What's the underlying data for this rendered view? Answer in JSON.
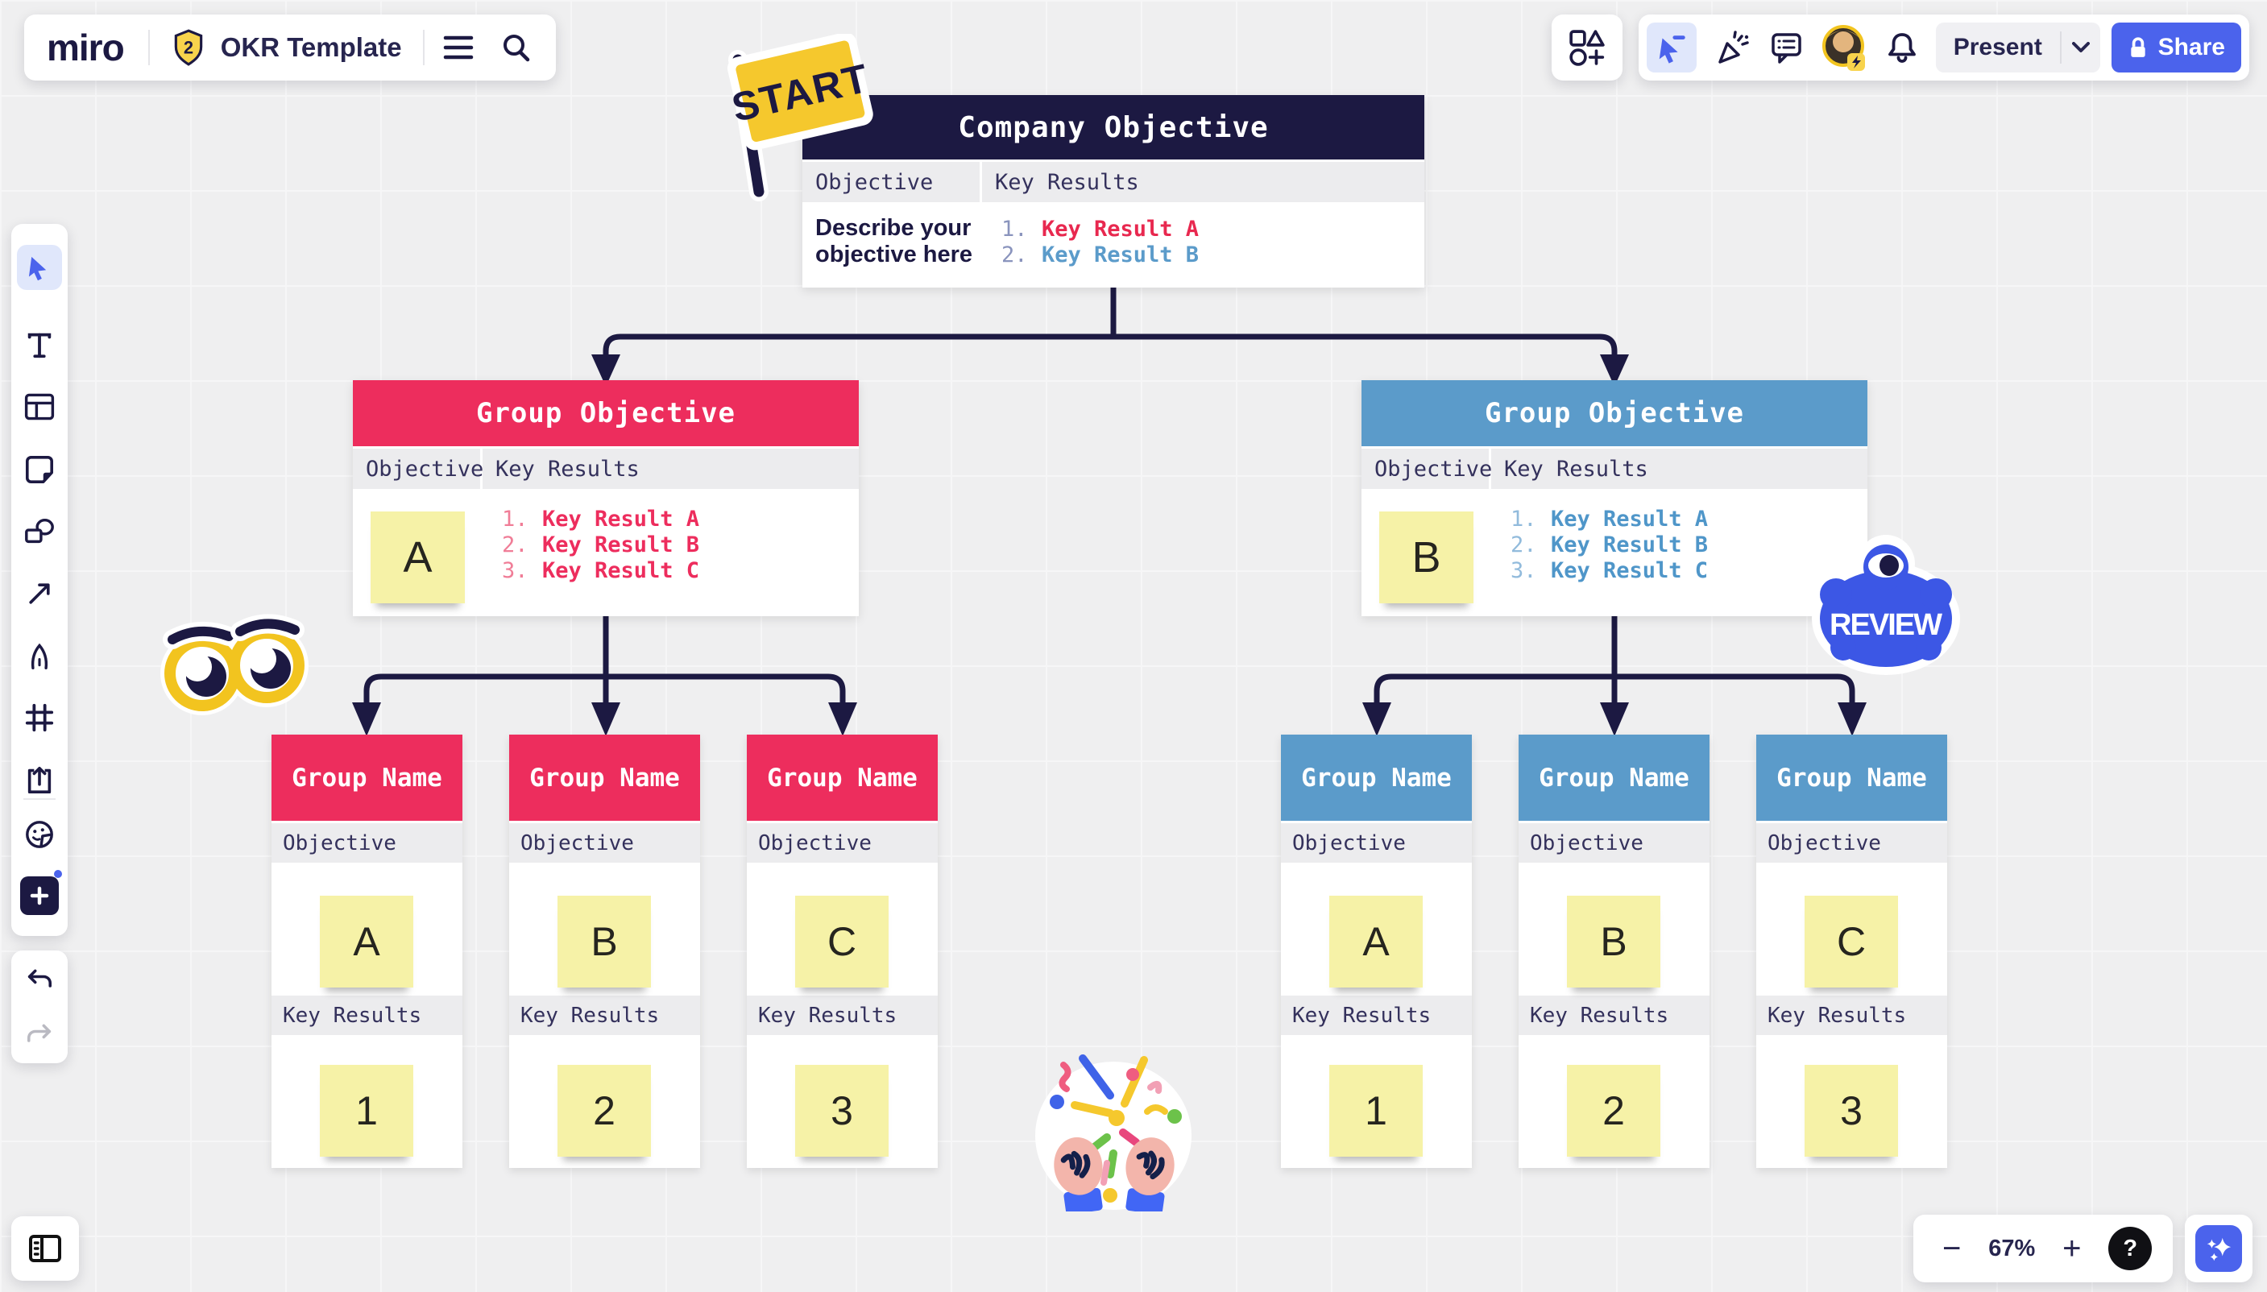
{
  "app": {
    "logo": "miro",
    "badge_count": "2",
    "board_title": "OKR Template"
  },
  "topbar": {
    "present_label": "Present",
    "share_label": "Share"
  },
  "zoom_controls": {
    "minus": "−",
    "level": "67%",
    "plus": "+",
    "help": "?"
  },
  "company": {
    "title": "Company Objective",
    "col_objective": "Objective",
    "col_key_results": "Key Results",
    "objective_text": "Describe your objective here",
    "key_results": [
      {
        "num": "1.",
        "label": "Key Result A"
      },
      {
        "num": "2.",
        "label": "Key Result B"
      }
    ]
  },
  "groups": [
    {
      "title": "Group Objective",
      "col_objective": "Objective",
      "col_key_results": "Key Results",
      "sticky": "A",
      "key_results": [
        {
          "num": "1.",
          "label": "Key Result A"
        },
        {
          "num": "2.",
          "label": "Key Result B"
        },
        {
          "num": "3.",
          "label": "Key Result C"
        }
      ]
    },
    {
      "title": "Group Objective",
      "col_objective": "Objective",
      "col_key_results": "Key Results",
      "sticky": "B",
      "key_results": [
        {
          "num": "1.",
          "label": "Key Result A"
        },
        {
          "num": "2.",
          "label": "Key Result B"
        },
        {
          "num": "3.",
          "label": "Key Result C"
        }
      ]
    }
  ],
  "children": [
    {
      "title": "Group Name",
      "objective_label": "Objective",
      "key_results_label": "Key Results",
      "objective_sticky": "A",
      "key_result_sticky": "1"
    },
    {
      "title": "Group Name",
      "objective_label": "Objective",
      "key_results_label": "Key Results",
      "objective_sticky": "B",
      "key_result_sticky": "2"
    },
    {
      "title": "Group Name",
      "objective_label": "Objective",
      "key_results_label": "Key Results",
      "objective_sticky": "C",
      "key_result_sticky": "3"
    },
    {
      "title": "Group Name",
      "objective_label": "Objective",
      "key_results_label": "Key Results",
      "objective_sticky": "A",
      "key_result_sticky": "1"
    },
    {
      "title": "Group Name",
      "objective_label": "Objective",
      "key_results_label": "Key Results",
      "objective_sticky": "B",
      "key_result_sticky": "2"
    },
    {
      "title": "Group Name",
      "objective_label": "Objective",
      "key_results_label": "Key Results",
      "objective_sticky": "C",
      "key_result_sticky": "3"
    }
  ],
  "stickers": {
    "start": "START",
    "review": "REVIEW"
  },
  "icons": [
    "select-cursor",
    "text-tool",
    "templates",
    "sticky-note",
    "shapes",
    "connector-arrow",
    "pen",
    "frame",
    "upload",
    "sticker-emoji",
    "more-apps",
    "undo",
    "redo",
    "widgets",
    "reactions",
    "comments",
    "bell",
    "lock",
    "search",
    "hamburger-menu",
    "shield-badge",
    "help",
    "ai-sparkles",
    "panel-toggle"
  ],
  "colors": {
    "navy": "#1c1942",
    "pink": "#ed2d5d",
    "blue": "#5b9bca",
    "sticky_yellow": "#f6f2a7",
    "accent_blue": "#4b63ec",
    "canvas": "#efeff0",
    "company_red": "#e8284f",
    "company_blue": "#5b9bca"
  }
}
